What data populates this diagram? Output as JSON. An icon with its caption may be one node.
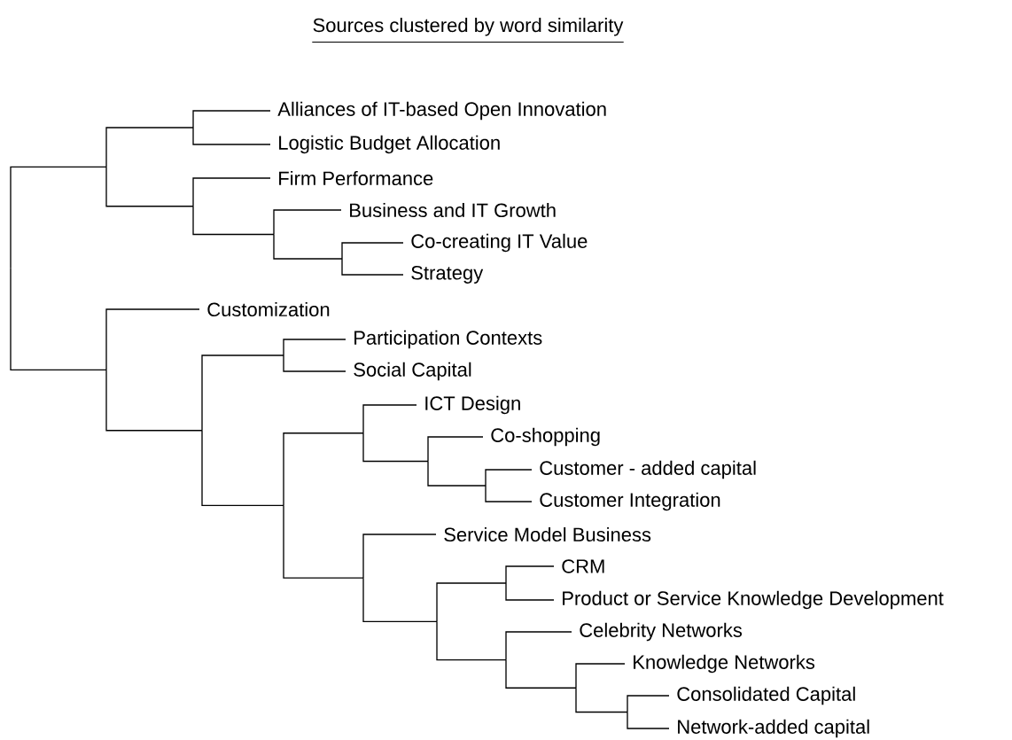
{
  "diagram": {
    "title": "Sources clustered by word similarity",
    "labels": [
      "Alliances of IT-based Open Innovation",
      "Logistic Budget Allocation",
      "Firm Performance",
      "Business and IT Growth",
      "Co-creating IT Value",
      "Strategy",
      "Customization",
      "Participation Contexts",
      "Social Capital",
      "ICT Design",
      "Co-shopping",
      "Customer - added capital",
      "Customer Integration",
      "Service Model Business",
      "CRM",
      "Product or Service Knowledge Development",
      "Celebrity Networks",
      "Knowledge Networks",
      "Consolidated Capital",
      "Network-added capital"
    ]
  }
}
